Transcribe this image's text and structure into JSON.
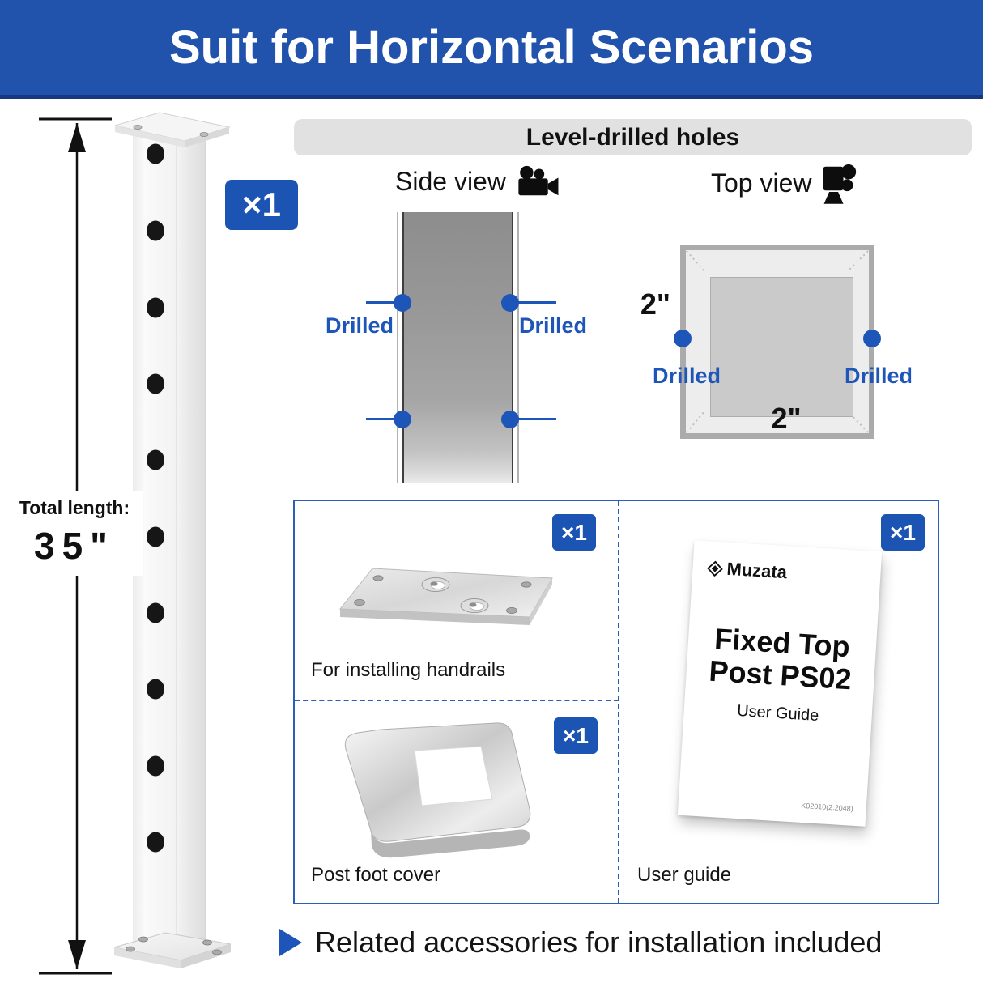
{
  "banner": {
    "title": "Suit for Horizontal Scenarios"
  },
  "post": {
    "qty_badge": "×1",
    "total_length_label": "Total length:",
    "total_length_value": "35\""
  },
  "level_drilled": {
    "header": "Level-drilled holes",
    "side_view_label": "Side view",
    "top_view_label": "Top view",
    "side_drilled_left": "Drilled",
    "side_drilled_right": "Drilled",
    "top_drilled_left": "Drilled",
    "top_drilled_right": "Drilled",
    "top_dim_side": "2\"",
    "top_dim_bottom": "2\""
  },
  "accessories": {
    "handrail_plate": {
      "qty": "×1",
      "caption": "For installing handrails"
    },
    "foot_cover": {
      "qty": "×1",
      "caption": "Post foot cover"
    },
    "user_guide": {
      "qty": "×1",
      "caption": "User guide",
      "brand": "Muzata",
      "doc_title_line1": "Fixed Top",
      "doc_title_line2": "Post PS02",
      "doc_subtitle": "User Guide",
      "doc_code": "K02010(2.2048)"
    }
  },
  "footer": {
    "note": "Related accessories for installation included"
  },
  "colors": {
    "banner_blue": "#2152AC",
    "accent_blue": "#1B54B3",
    "label_blue": "#1E55B8",
    "dashed_blue": "#2B5EB8",
    "bar_gray": "#E1E1E1"
  }
}
